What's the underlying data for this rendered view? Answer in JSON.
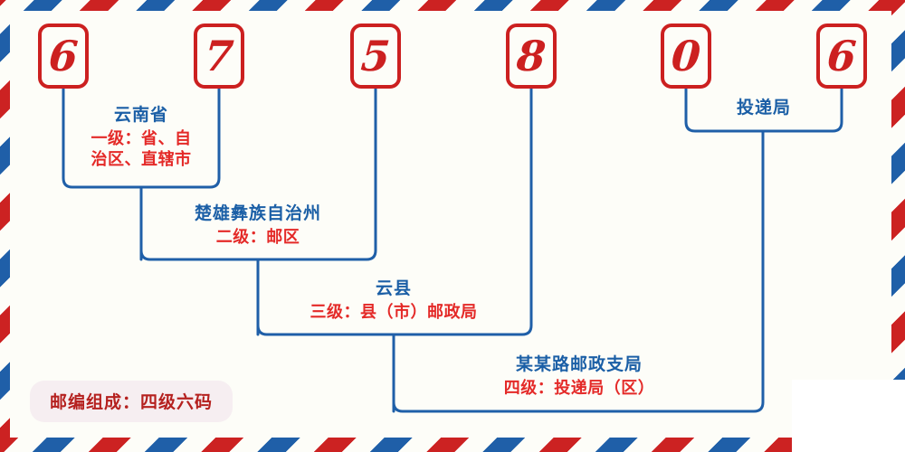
{
  "postcode": {
    "digits": [
      "6",
      "7",
      "5",
      "8",
      "0",
      "6"
    ]
  },
  "levels": [
    {
      "name": "province",
      "title": "云南省",
      "subtitle_line1": "一级：省、自",
      "subtitle_line2": "治区、直辖市"
    },
    {
      "name": "postal-district",
      "title": "楚雄彝族自治州",
      "subtitle": "二级：邮区"
    },
    {
      "name": "county",
      "title": "云县",
      "subtitle": "三级：县（市）邮政局"
    },
    {
      "name": "delivery-office",
      "title": "某某路邮政支局",
      "subtitle": "四级：投递局（区）"
    }
  ],
  "delivery_bureau_label": "投递局",
  "badge": {
    "text": "邮编组成：四级六码"
  },
  "colors": {
    "red": "#cc2020",
    "blue": "#1f5fa8",
    "title_blue": "#1b5fa6",
    "subtitle_red": "#e42a28",
    "badge_bg": "#f6eef1",
    "badge_text": "#b5211f",
    "paper": "#fdfdf8"
  }
}
